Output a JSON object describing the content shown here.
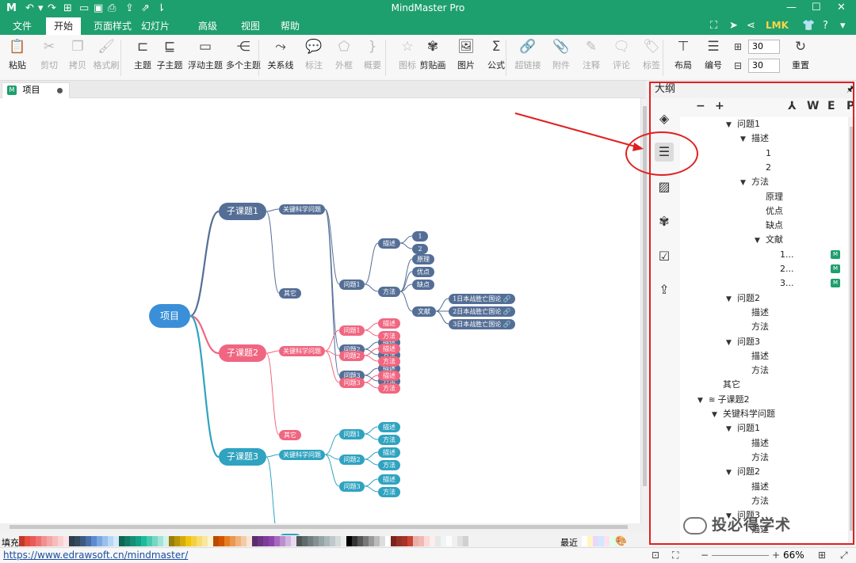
{
  "titlebar": {
    "app_title": "MindMaster Pro",
    "logo": "M",
    "quick_icons": [
      "undo-icon",
      "redo-icon",
      "new-icon",
      "open-icon",
      "save-icon",
      "print-icon",
      "export-icon",
      "share-icon",
      "more-icon"
    ],
    "window_icons": [
      "minimize-icon",
      "maximize-icon",
      "close-icon"
    ]
  },
  "menubar": {
    "items": [
      "文件",
      "开始",
      "页面样式",
      "幻灯片",
      "高级",
      "视图",
      "帮助"
    ],
    "active_index": 1,
    "user": "LMK"
  },
  "ribbon": {
    "buttons": [
      {
        "label": "粘贴",
        "icon": "paste-icon",
        "enabled": true
      },
      {
        "label": "剪切",
        "icon": "cut-icon",
        "enabled": false
      },
      {
        "label": "拷贝",
        "icon": "copy-icon",
        "enabled": false
      },
      {
        "label": "格式刷",
        "icon": "format-brush-icon",
        "enabled": false
      },
      {
        "label": "主题",
        "icon": "topic-icon",
        "enabled": true
      },
      {
        "label": "子主题",
        "icon": "subtopic-icon",
        "enabled": true
      },
      {
        "label": "浮动主题",
        "icon": "floating-topic-icon",
        "enabled": true
      },
      {
        "label": "多个主题",
        "icon": "multiple-topics-icon",
        "enabled": true
      },
      {
        "label": "关系线",
        "icon": "relationship-icon",
        "enabled": true
      },
      {
        "label": "标注",
        "icon": "callout-icon",
        "enabled": false
      },
      {
        "label": "外框",
        "icon": "boundary-icon",
        "enabled": false
      },
      {
        "label": "概要",
        "icon": "summary-icon",
        "enabled": false
      },
      {
        "label": "图标",
        "icon": "mark-icon",
        "enabled": false
      },
      {
        "label": "剪贴画",
        "icon": "clipart-icon",
        "enabled": true
      },
      {
        "label": "图片",
        "icon": "picture-icon",
        "enabled": true
      },
      {
        "label": "公式",
        "icon": "formula-icon",
        "enabled": true
      },
      {
        "label": "超链接",
        "icon": "hyperlink-icon",
        "enabled": false
      },
      {
        "label": "附件",
        "icon": "attachment-icon",
        "enabled": false
      },
      {
        "label": "注释",
        "icon": "note-icon",
        "enabled": false
      },
      {
        "label": "评论",
        "icon": "comment-icon",
        "enabled": false
      },
      {
        "label": "标签",
        "icon": "tag-icon",
        "enabled": false
      },
      {
        "label": "布局",
        "icon": "layout-icon",
        "enabled": true
      },
      {
        "label": "编号",
        "icon": "numbering-icon",
        "enabled": true
      },
      {
        "label": "重置",
        "icon": "reset-icon",
        "enabled": true
      }
    ],
    "spacing_h": "30",
    "spacing_v": "30"
  },
  "doc_tab": {
    "label": "项目"
  },
  "mindmap": {
    "root": "项目",
    "branches": [
      {
        "label": "子课题1",
        "color": "#546e96",
        "key": "关键科学问题",
        "other": "其它",
        "questions": [
          {
            "label": "问题1",
            "children": [
              {
                "label": "描述",
                "children": [
                  "1",
                  "2"
                ]
              },
              {
                "label": "方法",
                "children": [
                  "原理",
                  "优点",
                  "缺点"
                ],
                "lit": "文献",
                "refs": [
                  "1日本战胜亡国论 🔗",
                  "2日本战胜亡国论 🔗",
                  "3日本战胜亡国论 🔗"
                ]
              }
            ]
          },
          {
            "label": "问题2",
            "children": [
              "描述",
              "方法"
            ]
          },
          {
            "label": "问题3",
            "children": [
              "描述",
              "方法"
            ]
          }
        ]
      },
      {
        "label": "子课题2",
        "color": "#f06680",
        "key": "关键科学问题",
        "other": "其它",
        "questions": [
          {
            "label": "问题1",
            "children": [
              "描述",
              "方法"
            ]
          },
          {
            "label": "问题2",
            "children": [
              "描述",
              "方法"
            ]
          },
          {
            "label": "问题3",
            "children": [
              "描述",
              "方法"
            ]
          }
        ]
      },
      {
        "label": "子课题3",
        "color": "#2fa3c0",
        "key": "关键科学问题",
        "other": "其它",
        "questions": [
          {
            "label": "问题1",
            "children": [
              "描述",
              "方法"
            ]
          },
          {
            "label": "问题2",
            "children": [
              "描述",
              "方法"
            ]
          },
          {
            "label": "问题3",
            "children": [
              "描述",
              "方法"
            ]
          }
        ]
      }
    ]
  },
  "outline": {
    "title": "大纲",
    "pin": "🖈",
    "tools": [
      "−",
      "+",
      "⅄",
      "W",
      "E",
      "P"
    ],
    "rows": [
      {
        "text": "问题1",
        "level": 3,
        "toggle": "▼"
      },
      {
        "text": "描述",
        "level": 4,
        "toggle": "▼"
      },
      {
        "text": "1",
        "level": 5,
        "toggle": ""
      },
      {
        "text": "2",
        "level": 5,
        "toggle": ""
      },
      {
        "text": "方法",
        "level": 4,
        "toggle": "▼"
      },
      {
        "text": "原理",
        "level": 5,
        "toggle": ""
      },
      {
        "text": "优点",
        "level": 5,
        "toggle": ""
      },
      {
        "text": "缺点",
        "level": 5,
        "toggle": ""
      },
      {
        "text": "文献",
        "level": 5,
        "toggle": "▼"
      },
      {
        "text": "1...",
        "level": 6,
        "toggle": "",
        "attach": true
      },
      {
        "text": "2...",
        "level": 6,
        "toggle": "",
        "attach": true
      },
      {
        "text": "3...",
        "level": 6,
        "toggle": "",
        "attach": true
      },
      {
        "text": "问题2",
        "level": 3,
        "toggle": "▼"
      },
      {
        "text": "描述",
        "level": 4,
        "toggle": ""
      },
      {
        "text": "方法",
        "level": 4,
        "toggle": ""
      },
      {
        "text": "问题3",
        "level": 3,
        "toggle": "▼"
      },
      {
        "text": "描述",
        "level": 4,
        "toggle": ""
      },
      {
        "text": "方法",
        "level": 4,
        "toggle": ""
      },
      {
        "text": "其它",
        "level": 2,
        "toggle": ""
      },
      {
        "text": "子课题2",
        "level": 1,
        "toggle": "▼",
        "stack": true
      },
      {
        "text": "关键科学问题",
        "level": 2,
        "toggle": "▼"
      },
      {
        "text": "问题1",
        "level": 3,
        "toggle": "▼"
      },
      {
        "text": "描述",
        "level": 4,
        "toggle": ""
      },
      {
        "text": "方法",
        "level": 4,
        "toggle": ""
      },
      {
        "text": "问题2",
        "level": 3,
        "toggle": "▼"
      },
      {
        "text": "描述",
        "level": 4,
        "toggle": ""
      },
      {
        "text": "方法",
        "level": 4,
        "toggle": ""
      },
      {
        "text": "问题3",
        "level": 3,
        "toggle": "▼"
      },
      {
        "text": "描述",
        "level": 4,
        "toggle": ""
      }
    ]
  },
  "side_icons": [
    "format-icon",
    "outline-icon",
    "slides-icon",
    "clipart-panel-icon",
    "task-icon",
    "export-panel-icon"
  ],
  "watermark": "投必得学术",
  "colorbar": {
    "label": "填充",
    "recent_label": "最近",
    "swatches": [
      "#c0392b",
      "#e74c3c",
      "#e95b5b",
      "#f07070",
      "#f29090",
      "#f4a7a7",
      "#f7bcbc",
      "#fad1d1",
      "#fde4e4",
      "#2c3e50",
      "#34495e",
      "#3d5a80",
      "#4a6fa5",
      "#5b8bd0",
      "#7aa7e0",
      "#98c1ef",
      "#b8d6f6",
      "#d6e8fb",
      "#0e6655",
      "#117a65",
      "#148f77",
      "#16a085",
      "#1abc9c",
      "#48c9b0",
      "#76d7c4",
      "#a3e4d7",
      "#d0f2eb",
      "#9a7d0a",
      "#b7950b",
      "#d4ac0d",
      "#f1c40f",
      "#f4d03f",
      "#f7dc6f",
      "#f9e79f",
      "#fcf3cf",
      "#ba4a00",
      "#d35400",
      "#e67e22",
      "#eb984e",
      "#f0b27a",
      "#f5cba7",
      "#fae5d3",
      "#5b2c6f",
      "#6c3483",
      "#7d3c98",
      "#8e44ad",
      "#a569bd",
      "#bb8fce",
      "#d2b4de",
      "#e8daef",
      "#4d5656",
      "#5f6a6a",
      "#717d7e",
      "#839192",
      "#95a5a6",
      "#aab7b8",
      "#bfc9ca",
      "#d5dbdb",
      "#eaeded",
      "#000000",
      "#333333",
      "#555555",
      "#777777",
      "#999999",
      "#bbbbbb",
      "#dddddd",
      "#ffffff",
      "#7b241c",
      "#943126",
      "#a93226",
      "#cb4335",
      "#e6b0aa",
      "#f5b7b1",
      "#fadbd8",
      "#fdedec",
      "#e5e8e8",
      "#f2f3f4",
      "#fbfcfc",
      "#f0f0f0",
      "#e0e0e0",
      "#d0d0d0"
    ],
    "recent": [
      "#ffffff",
      "#fff6c0",
      "#e8d8ff",
      "#d0e8ff",
      "#ffe0f0",
      "#e0ffe8"
    ]
  },
  "statusbar": {
    "link": "https://www.edrawsoft.cn/mindmaster/",
    "zoom": "66%",
    "minus": "−",
    "plus": "+"
  }
}
